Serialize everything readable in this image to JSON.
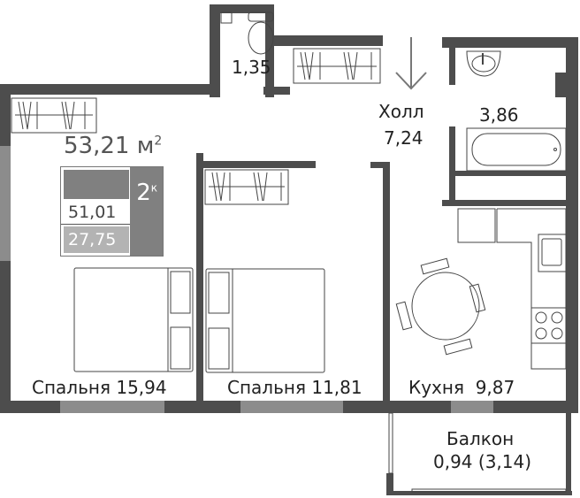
{
  "plan": {
    "total_area": "53,21",
    "total_unit": "м",
    "total_unit_sup": "2",
    "rooms_count": "2",
    "rooms_sup": "к",
    "living_area": "51,01",
    "living_area2": "27,75"
  },
  "rooms": {
    "wc": {
      "area": "1,35"
    },
    "hall": {
      "name": "Холл",
      "area": "7,24"
    },
    "bath": {
      "area": "3,86"
    },
    "bedroom1": {
      "name": "Спальня",
      "area": "15,94"
    },
    "bedroom2": {
      "name": "Спальня",
      "area": "11,81"
    },
    "kitchen": {
      "name": "Кухня",
      "area": "9,87"
    },
    "balcony": {
      "name": "Балкон",
      "area": "0,94 (3,14)"
    }
  },
  "colors": {
    "wall": "#4d4d4d",
    "window": "#8c8c8c",
    "badge_dark": "#808080",
    "badge_light": "#b3b3b3"
  },
  "icons": [
    "entrance-arrow-icon",
    "toilet-icon",
    "sink-icon",
    "bathtub-icon",
    "wardrobe-icon",
    "bed-icon",
    "dining-table-icon",
    "stove-icon",
    "kitchen-sink-icon"
  ]
}
